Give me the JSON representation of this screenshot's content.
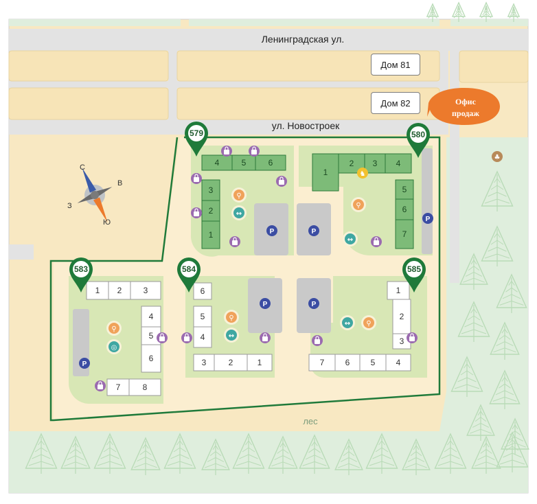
{
  "streets": {
    "leningradskaya": "Ленинградская ул.",
    "novostroek": "ул. Новостроек"
  },
  "houses": {
    "dom81": "Дом 81",
    "dom82": "Дом 82"
  },
  "sales_office": {
    "line1": "Офис",
    "line2": "продаж",
    "color": "#ec7a2c"
  },
  "forest_label": "лес",
  "compass": {
    "n": "С",
    "e": "В",
    "s": "Ю",
    "w": "З"
  },
  "markers": [
    "579",
    "580",
    "583",
    "584",
    "585"
  ],
  "sections": {
    "b579": [
      "4",
      "5",
      "6",
      "3",
      "2",
      "1"
    ],
    "b580": [
      "1",
      "2",
      "3",
      "4",
      "5",
      "6",
      "7"
    ],
    "b583": [
      "1",
      "2",
      "3",
      "4",
      "5",
      "6",
      "7",
      "8"
    ],
    "b584": [
      "6",
      "5",
      "4",
      "3",
      "2",
      "1"
    ],
    "b585": [
      "1",
      "2",
      "3",
      "4",
      "5",
      "6",
      "7"
    ]
  },
  "parking_letter": "P",
  "colors": {
    "marker_green": "#1f7a3a",
    "boundary_green": "#1f7a3a",
    "sand": "#f8e8c2",
    "road": "#e3e3e3",
    "forest": "#dfeedd",
    "section_green": "#7dbb78",
    "parking_blue": "#3b4da3",
    "shop_purple": "#9b6bb0",
    "play_orange": "#f0a25a",
    "sport_teal": "#3fa7a2"
  }
}
